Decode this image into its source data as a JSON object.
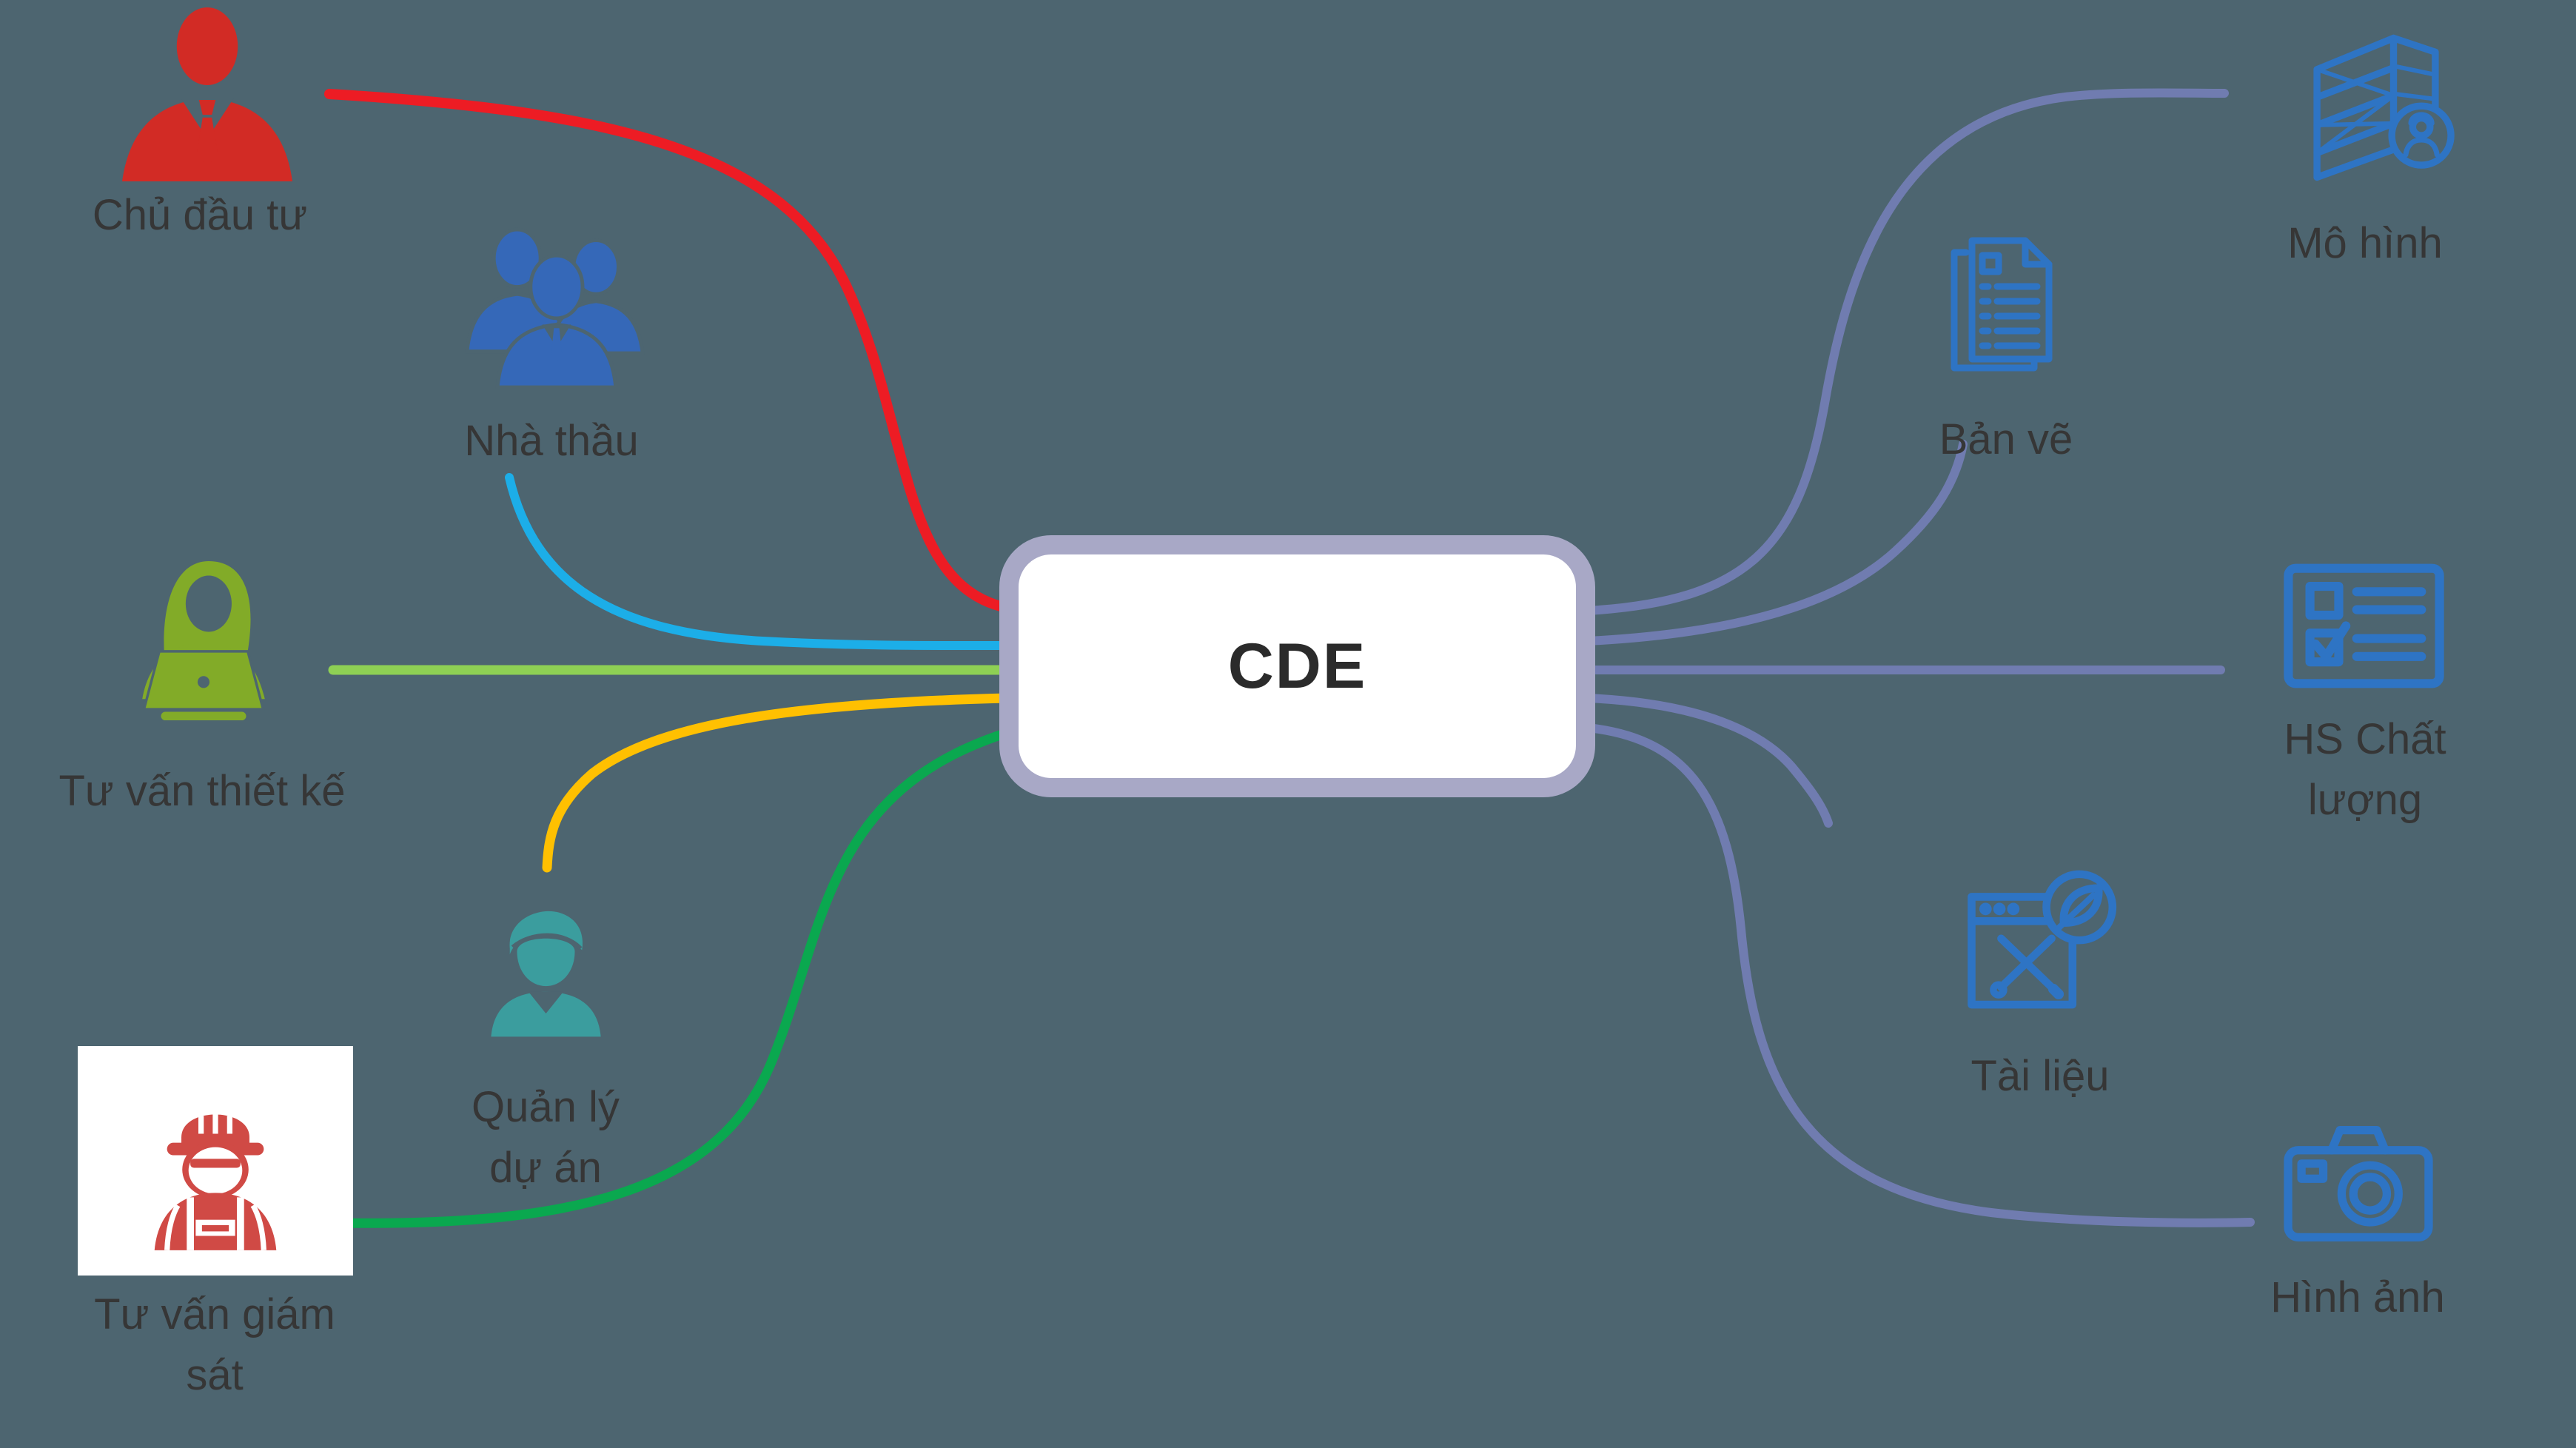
{
  "title": "CDE",
  "background_color": "#4d6570",
  "center": {
    "label": "CDE",
    "fill_color": "#ffffff",
    "border_color": "#a8a8c6",
    "text_color": "#2b2b2b"
  },
  "right_connector_color": "#707cb0",
  "left_nodes": [
    {
      "id": "chu-dau-tu",
      "label": "Chủ đầu tư",
      "icon": "businessman-icon",
      "icon_color": "#d22b25",
      "line_color": "#ed1c24"
    },
    {
      "id": "nha-thau",
      "label": "Nhà thầu",
      "icon": "contractors-group-icon",
      "icon_color": "#3568b8",
      "line_color": "#1caee8"
    },
    {
      "id": "tu-van-thiet-ke",
      "label": "Tư vấn thiết kế",
      "icon": "designer-at-laptop-icon",
      "icon_color": "#82ab28",
      "line_color": "#8ed054"
    },
    {
      "id": "quan-ly-du-an",
      "label": "Quản lý dự án",
      "icon": "project-manager-icon",
      "icon_color": "#3b9d9e",
      "line_color": "#ffc001"
    },
    {
      "id": "tu-van-giam-sat",
      "label": "Tư vấn giám sát",
      "icon": "site-supervisor-icon",
      "icon_color": "#d04a45",
      "line_color": "#0aa84f"
    }
  ],
  "right_nodes": [
    {
      "id": "mo-hinh",
      "label": "Mô hình",
      "icon": "model-building-icon",
      "icon_color": "#2e74c4"
    },
    {
      "id": "ban-ve",
      "label": "Bản vẽ",
      "icon": "drawings-documents-icon",
      "icon_color": "#2e74c4"
    },
    {
      "id": "hs-chat-luong",
      "label": "HS Chất lượng",
      "icon": "quality-checklist-icon",
      "icon_color": "#2e74c4"
    },
    {
      "id": "tai-lieu",
      "label": "Tài liệu",
      "icon": "documents-tools-icon",
      "icon_color": "#2e74c4"
    },
    {
      "id": "hinh-anh",
      "label": "Hình ảnh",
      "icon": "camera-icon",
      "icon_color": "#2e74c4"
    }
  ]
}
